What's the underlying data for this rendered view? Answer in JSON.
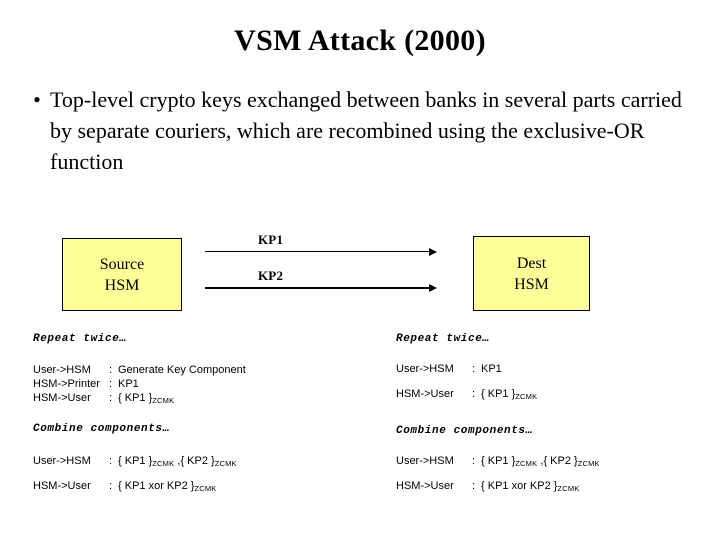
{
  "slide": {
    "title": "VSM Attack (2000)",
    "bullets": [
      {
        "marker": "•",
        "text": "Top-level crypto keys exchanged between banks in several parts carried by separate couriers, which are recombined using the exclusive-OR function"
      }
    ]
  },
  "diagram": {
    "box_fill_color": "#FFFF99",
    "box_border_color": "#000000",
    "source_box": {
      "line1": "Source",
      "line2": "HSM"
    },
    "dest_box": {
      "line1": "Dest",
      "line2": "HSM"
    },
    "arrows": [
      {
        "label": "KP1",
        "direction": "left-to-right",
        "weight": "thin"
      },
      {
        "label": "KP2",
        "direction": "left-to-right",
        "weight": "thick"
      }
    ]
  },
  "protocol": {
    "left": {
      "repeat": {
        "heading": "Repeat twice…",
        "lines": [
          {
            "actor": "User->HSM",
            "sep": ":",
            "msg_pre": "Generate Key Component",
            "msg_sub": "",
            "msg_post": ""
          },
          {
            "actor": "HSM->Printer",
            "sep": ":",
            "msg_pre": "KP1",
            "msg_sub": "",
            "msg_post": ""
          },
          {
            "actor": "HSM->User",
            "sep": ":",
            "msg_pre": "{ KP1 }",
            "msg_sub": "ZCMK",
            "msg_post": ""
          }
        ]
      },
      "combine": {
        "heading": "Combine components…",
        "lines": [
          {
            "actor": "User->HSM",
            "sep": ":",
            "msg_pre": "{ KP1 }",
            "msg_sub": "ZCMK",
            "msg_post": " ,{ KP2 }",
            "msg_sub2": "ZCMK"
          },
          {
            "actor": "HSM->User",
            "sep": ":",
            "msg_pre": "{ KP1 xor KP2 }",
            "msg_sub": "ZCMK",
            "msg_post": ""
          }
        ]
      }
    },
    "right": {
      "repeat": {
        "heading": "Repeat twice…",
        "lines": [
          {
            "actor": "User->HSM",
            "sep": ":",
            "msg_pre": "KP1",
            "msg_sub": "",
            "msg_post": ""
          },
          {
            "actor": "HSM->User",
            "sep": ":",
            "msg_pre": "{ KP1 }",
            "msg_sub": "ZCMK",
            "msg_post": ""
          }
        ]
      },
      "combine": {
        "heading": "Combine components…",
        "lines": [
          {
            "actor": "User->HSM",
            "sep": ":",
            "msg_pre": "{ KP1 }",
            "msg_sub": "ZCMK",
            "msg_post": " ,{ KP2 }",
            "msg_sub2": "ZCMK"
          },
          {
            "actor": "HSM->User",
            "sep": ":",
            "msg_pre": "{ KP1 xor KP2 }",
            "msg_sub": "ZCMK",
            "msg_post": ""
          }
        ]
      }
    }
  }
}
